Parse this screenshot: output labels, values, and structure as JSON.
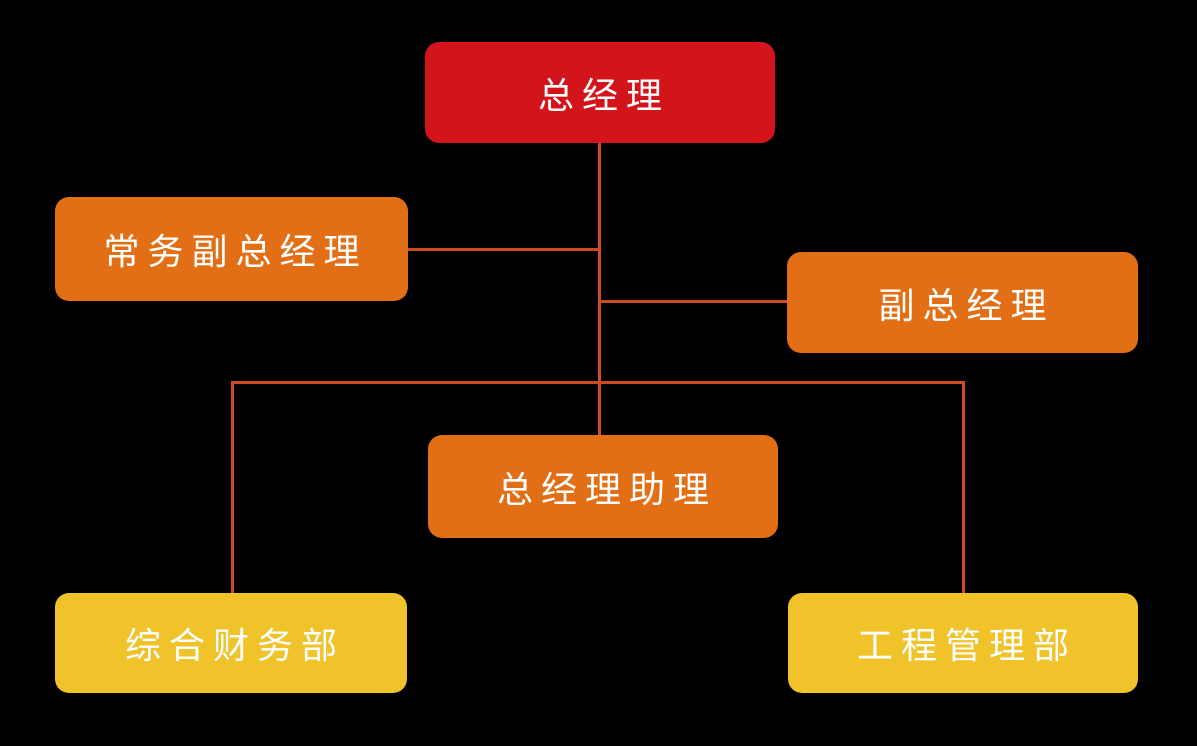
{
  "diagram": {
    "type": "org-chart",
    "background_color": "#000000",
    "connector_color": "#cc4b28",
    "text_color": "#ffffff",
    "nodes": [
      {
        "id": "general-manager",
        "label": "总经理",
        "color": "#d3141a",
        "level": 1
      },
      {
        "id": "exec-deputy-gm",
        "label": "常务副总经理",
        "color": "#e26e16",
        "level": 2
      },
      {
        "id": "deputy-gm",
        "label": "副总经理",
        "color": "#e26e16",
        "level": 2
      },
      {
        "id": "gm-assistant",
        "label": "总经理助理",
        "color": "#e26e16",
        "level": 2
      },
      {
        "id": "finance-dept",
        "label": "综合财务部",
        "color": "#efc329",
        "level": 3
      },
      {
        "id": "engineering-dept",
        "label": "工程管理部",
        "color": "#efc329",
        "level": 3
      }
    ],
    "edges": [
      {
        "from": "general-manager",
        "to": "exec-deputy-gm"
      },
      {
        "from": "general-manager",
        "to": "deputy-gm"
      },
      {
        "from": "general-manager",
        "to": "gm-assistant"
      },
      {
        "from": "general-manager",
        "to": "finance-dept"
      },
      {
        "from": "general-manager",
        "to": "engineering-dept"
      }
    ]
  }
}
